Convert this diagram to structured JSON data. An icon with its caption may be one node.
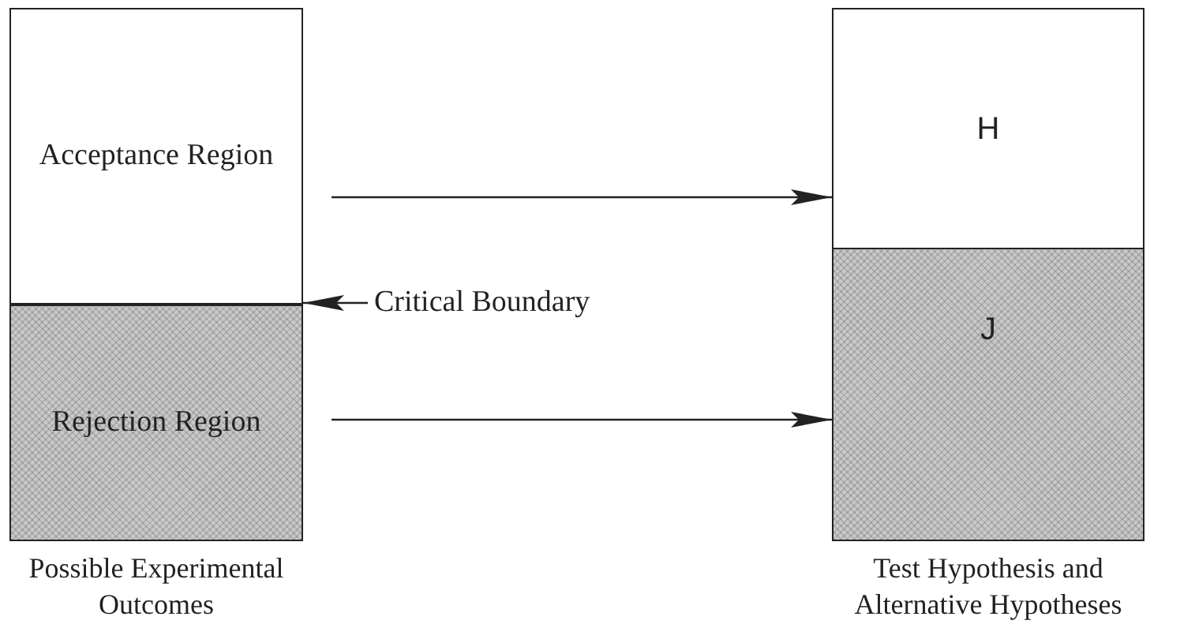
{
  "diagram": {
    "nodes": [
      {
        "text": [
          "Possible Experimental Outcomes"
        ]
      },
      {
        "text": [
          "Acceptance Region"
        ],
        "in": 0
      },
      {
        "text": [],
        "shape": "line",
        "in": 0
      },
      {
        "text": [
          "Rejection Region"
        ],
        "in": 0
      },
      {
        "text": [
          "Test Hypothesis and Alternative Hypotheses"
        ]
      },
      {
        "text": [
          "H"
        ],
        "in": 4
      },
      {
        "text": [
          "J"
        ],
        "in": 4
      },
      {
        "text": [
          "Critical Boundary"
        ]
      }
    ],
    "edges": [
      {
        "from": 1,
        "to": 5,
        "arrow": "to"
      },
      {
        "from": 3,
        "to": 6,
        "arrow": "to"
      },
      {
        "from": 7,
        "to": 2,
        "arrow": "to"
      }
    ]
  }
}
